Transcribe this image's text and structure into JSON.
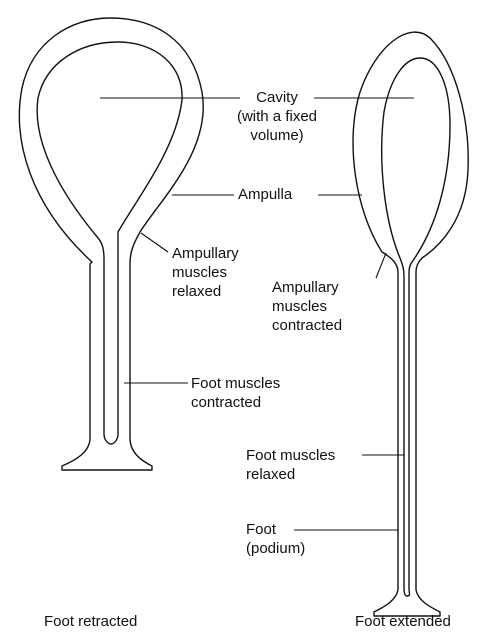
{
  "labels": {
    "cavity": "Cavity",
    "cavity_detail_1": "(with a fixed",
    "cavity_detail_2": "volume)",
    "ampulla": "Ampulla",
    "ampullary_relaxed_1": "Ampullary",
    "ampullary_relaxed_2": "muscles",
    "ampullary_relaxed_3": "relaxed",
    "ampullary_contracted_1": "Ampullary",
    "ampullary_contracted_2": "muscles",
    "ampullary_contracted_3": "contracted",
    "foot_contracted_1": "Foot muscles",
    "foot_contracted_2": "contracted",
    "foot_relaxed_1": "Foot muscles",
    "foot_relaxed_2": "relaxed",
    "foot_1": "Foot",
    "foot_2": "(podium)"
  },
  "captions": {
    "left": "Foot retracted",
    "right": "Foot extended"
  }
}
